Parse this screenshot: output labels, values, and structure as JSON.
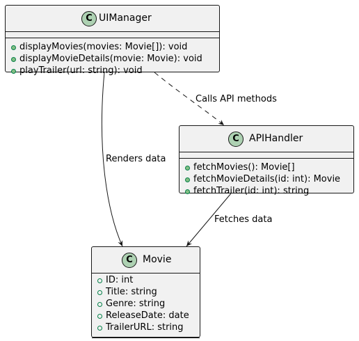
{
  "classes": {
    "uimanager": {
      "stereotype": "C",
      "name": "UIManager",
      "methods": [
        "displayMovies(movies: Movie[]): void",
        "displayMovieDetails(movie: Movie): void",
        "playTrailer(url: string): void"
      ]
    },
    "apihandler": {
      "stereotype": "C",
      "name": "APIHandler",
      "methods": [
        "fetchMovies(): Movie[]",
        "fetchMovieDetails(id: int): Movie",
        "fetchTrailer(id: int): string"
      ]
    },
    "movie": {
      "stereotype": "C",
      "name": "Movie",
      "fields": [
        "ID: int",
        "Title: string",
        "Genre: string",
        "ReleaseDate: date",
        "TrailerURL: string"
      ]
    }
  },
  "relations": {
    "calls_label": "Calls API methods",
    "renders_label": "Renders data",
    "fetches_label": "Fetches data"
  },
  "colors": {
    "box_fill": "#f1f1f1",
    "border": "#181818",
    "class_icon": "#add1b2",
    "visibility_dot": "#84be84"
  }
}
